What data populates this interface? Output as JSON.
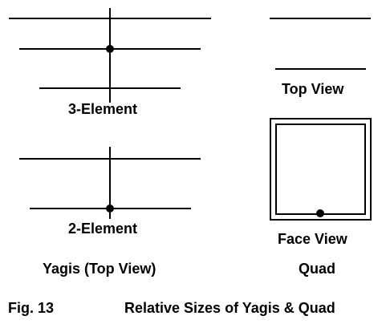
{
  "diagram": {
    "labels": {
      "three_element": "3-Element",
      "two_element": "2-Element",
      "yagis_caption": "Yagis (Top View)",
      "top_view": "Top View",
      "face_view": "Face View",
      "quad": "Quad",
      "fig_number": "Fig. 13",
      "fig_title": "Relative Sizes of Yagis & Quad"
    },
    "colors": {
      "line": "#000000",
      "background": "#ffffff"
    }
  }
}
